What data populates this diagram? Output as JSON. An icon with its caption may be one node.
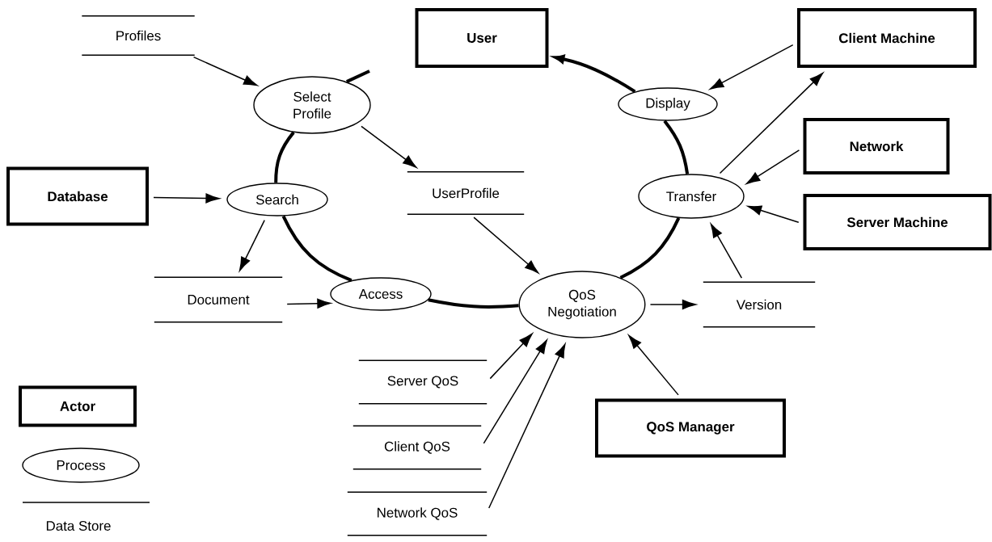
{
  "diagram": {
    "nodes": [
      {
        "text": [
          "Profiles"
        ]
      },
      {
        "text": [
          "User"
        ]
      },
      {
        "text": [
          "Client Machine"
        ]
      },
      {
        "text": [
          "Select Profile"
        ]
      },
      {
        "text": [
          "Display"
        ]
      },
      {
        "text": [
          "Database"
        ]
      },
      {
        "text": [
          "Search"
        ]
      },
      {
        "text": [
          "UserProfile"
        ]
      },
      {
        "text": [
          "Network"
        ]
      },
      {
        "text": [
          "Transfer"
        ]
      },
      {
        "text": [
          "Server Machine"
        ]
      },
      {
        "text": [
          "Document"
        ]
      },
      {
        "text": [
          "Access"
        ]
      },
      {
        "text": [
          "QoS Negotiation"
        ]
      },
      {
        "text": [
          "Version"
        ]
      },
      {
        "text": [
          "Server QoS"
        ]
      },
      {
        "text": [
          "QoS Manager"
        ]
      },
      {
        "text": [
          "Client QoS"
        ]
      },
      {
        "text": [
          "Network QoS"
        ]
      }
    ],
    "edges": [
      {
        "from": 0,
        "to": 3,
        "arrow": "to"
      },
      {
        "from": 3,
        "to": 7,
        "arrow": "to"
      },
      {
        "from": 5,
        "to": 6,
        "arrow": "to"
      },
      {
        "from": 6,
        "to": 11,
        "arrow": "to"
      },
      {
        "from": 11,
        "to": 12,
        "arrow": "to"
      },
      {
        "from": 7,
        "to": 13,
        "arrow": "to"
      },
      {
        "from": 13,
        "to": 14,
        "arrow": "to"
      },
      {
        "from": 15,
        "to": 13,
        "arrow": "to"
      },
      {
        "from": 17,
        "to": 13,
        "arrow": "to"
      },
      {
        "from": 18,
        "to": 13,
        "arrow": "to"
      },
      {
        "from": 16,
        "to": 13,
        "arrow": "to"
      },
      {
        "from": 14,
        "to": 9,
        "arrow": "to"
      },
      {
        "from": 10,
        "to": 9,
        "arrow": "to"
      },
      {
        "from": 8,
        "to": 9,
        "arrow": "to"
      },
      {
        "from": 9,
        "to": 2,
        "arrow": "to"
      },
      {
        "from": 2,
        "to": 4,
        "arrow": "to"
      },
      {
        "from": 3,
        "to": 6,
        "arrow": "none",
        "style": "thick"
      },
      {
        "from": 6,
        "to": 12,
        "arrow": "none",
        "style": "thick"
      },
      {
        "from": 12,
        "to": 13,
        "arrow": "none",
        "style": "thick"
      },
      {
        "from": 13,
        "to": 9,
        "arrow": "none",
        "style": "thick"
      },
      {
        "from": 9,
        "to": 4,
        "arrow": "none",
        "style": "thick"
      },
      {
        "from": 4,
        "to": 1,
        "arrow": "to",
        "style": "thick"
      },
      {
        "from": 3,
        "to": null,
        "arrow": "none",
        "style": "thick"
      }
    ],
    "legend": [
      {
        "text": "Actor"
      },
      {
        "text": "Process"
      },
      {
        "text": "Data Store"
      }
    ]
  }
}
